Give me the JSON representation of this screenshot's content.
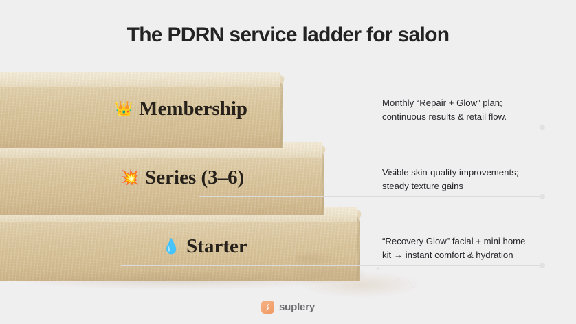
{
  "page": {
    "title": "The PDRN service ladder for salon",
    "background_color": "#f0eff0"
  },
  "steps": [
    {
      "id": "membership",
      "emoji": "👑",
      "emoji_name": "crown-icon",
      "label": "Membership",
      "description_line1": "Monthly “Repair + Glow” plan;",
      "description_line2": "continuous results & retail flow."
    },
    {
      "id": "series",
      "emoji": "💥",
      "emoji_name": "collision-icon",
      "label": "Series (3–6)",
      "description_line1": "Visible skin-quality improvements;",
      "description_line2": "steady texture gains"
    },
    {
      "id": "starter",
      "emoji": "💧",
      "emoji_name": "droplet-icon",
      "label": "Starter",
      "description_line1": "“Recovery Glow” facial + mini home",
      "description_line2": "kit → instant comfort & hydration"
    }
  ],
  "brand": {
    "name": "suplery",
    "mark_color": "#f0a068",
    "text_color": "#6d6d70"
  }
}
